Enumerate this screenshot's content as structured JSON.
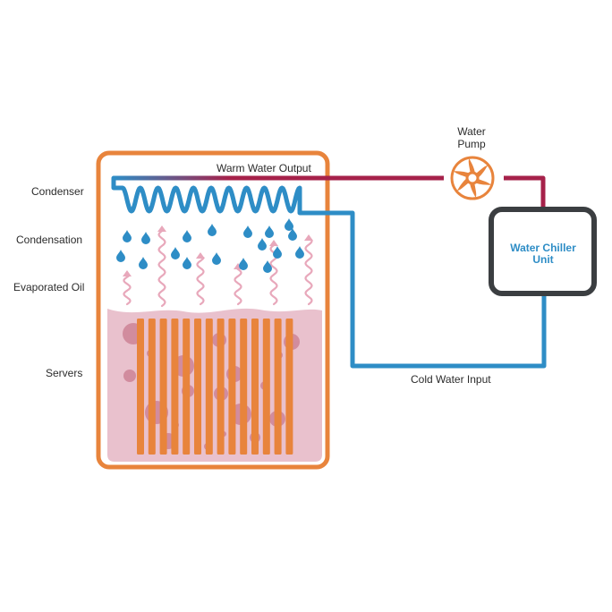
{
  "labels": {
    "condenser": "Condenser",
    "condensation": "Condensation",
    "evaporated_oil": "Evaporated Oil",
    "servers": "Servers",
    "warm_water_output": "Warm Water Output",
    "water_pump_line1": "Water",
    "water_pump_line2": "Pump",
    "water_chiller_line1": "Water Chiller",
    "water_chiller_line2": "Unit",
    "cold_water_input": "Cold Water Input"
  },
  "colors": {
    "tank_border": "#e8843c",
    "oil": "#e9c1cd",
    "bubble": "#c97b8f",
    "server": "#e8843c",
    "water_cold": "#2e8dc6",
    "water_warm": "#a6214a",
    "pump": "#e8843c",
    "chiller_border": "#3b3e41",
    "chiller_text": "#2e8dc6",
    "vapor": "#e8a8bb",
    "droplet": "#2e8dc6"
  }
}
